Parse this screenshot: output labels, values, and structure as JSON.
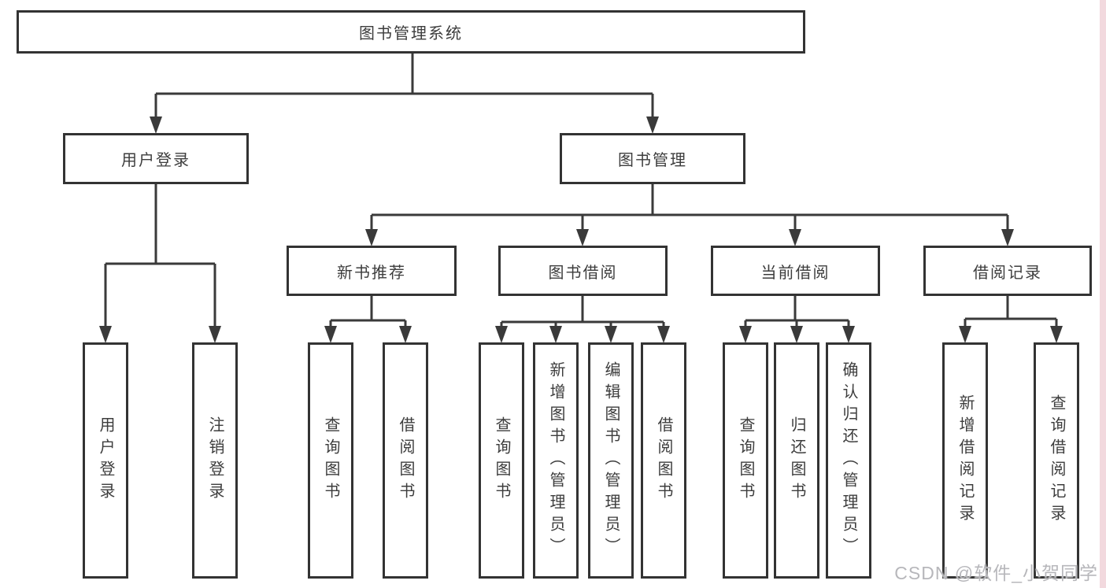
{
  "diagram": {
    "root": {
      "label": "图书管理系统"
    },
    "level2": [
      {
        "id": "user-login",
        "label": "用户登录"
      },
      {
        "id": "book-management",
        "label": "图书管理"
      }
    ],
    "level3": [
      {
        "id": "new-book-recommend",
        "label": "新书推荐"
      },
      {
        "id": "book-borrow",
        "label": "图书借阅"
      },
      {
        "id": "current-borrow",
        "label": "当前借阅"
      },
      {
        "id": "borrow-records",
        "label": "借阅记录"
      }
    ],
    "leaves": [
      {
        "parent": "user-login",
        "label": "用户登录"
      },
      {
        "parent": "user-login",
        "label": "注销登录"
      },
      {
        "parent": "new-book-recommend",
        "label": "查询图书"
      },
      {
        "parent": "new-book-recommend",
        "label": "借阅图书"
      },
      {
        "parent": "book-borrow",
        "label": "查询图书"
      },
      {
        "parent": "book-borrow",
        "label": "新增图书（管理员）"
      },
      {
        "parent": "book-borrow",
        "label": "编辑图书（管理员）"
      },
      {
        "parent": "book-borrow",
        "label": "借阅图书"
      },
      {
        "parent": "current-borrow",
        "label": "查询图书"
      },
      {
        "parent": "current-borrow",
        "label": "归还图书"
      },
      {
        "parent": "current-borrow",
        "label": "确认归还（管理员）"
      },
      {
        "parent": "borrow-records",
        "label": "新增借阅记录"
      },
      {
        "parent": "borrow-records",
        "label": "查询借阅记录"
      }
    ]
  },
  "watermark": {
    "text": "CSDN @软件_小贺同学"
  },
  "colors": {
    "line": "#3a3a3a",
    "box_border": "#333333",
    "text": "#3d3d3d",
    "watermark": "#b7b7bb",
    "edge_strip": "#f2d9de",
    "background": "#ffffff"
  }
}
